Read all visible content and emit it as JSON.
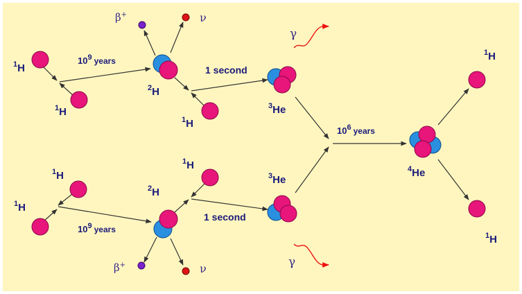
{
  "colors": {
    "background": "#fff6bf",
    "proton": "#e8157a",
    "neutron": "#2b8fe0",
    "positron": "#7a22cc",
    "neutrino": "#e01414",
    "gamma_arrow": "#ee1111",
    "arrow": "#333333",
    "text": "#1a1a7a"
  },
  "labels": {
    "hydrogen_mass": "1",
    "hydrogen_symbol": "H",
    "deuterium_mass": "2",
    "deuterium_symbol": "H",
    "helium3_mass": "3",
    "helium3_symbol": "He",
    "helium4_mass": "4",
    "helium4_symbol": "He",
    "pp_time_base": "10",
    "pp_time_exp": "9",
    "pp_time_unit": "years",
    "capture_time": "1 second",
    "he_time_base": "10",
    "he_time_exp": "6",
    "he_time_unit": "years",
    "positron": "β",
    "positron_sign": "+",
    "neutrino": "ν",
    "gamma": "γ"
  }
}
